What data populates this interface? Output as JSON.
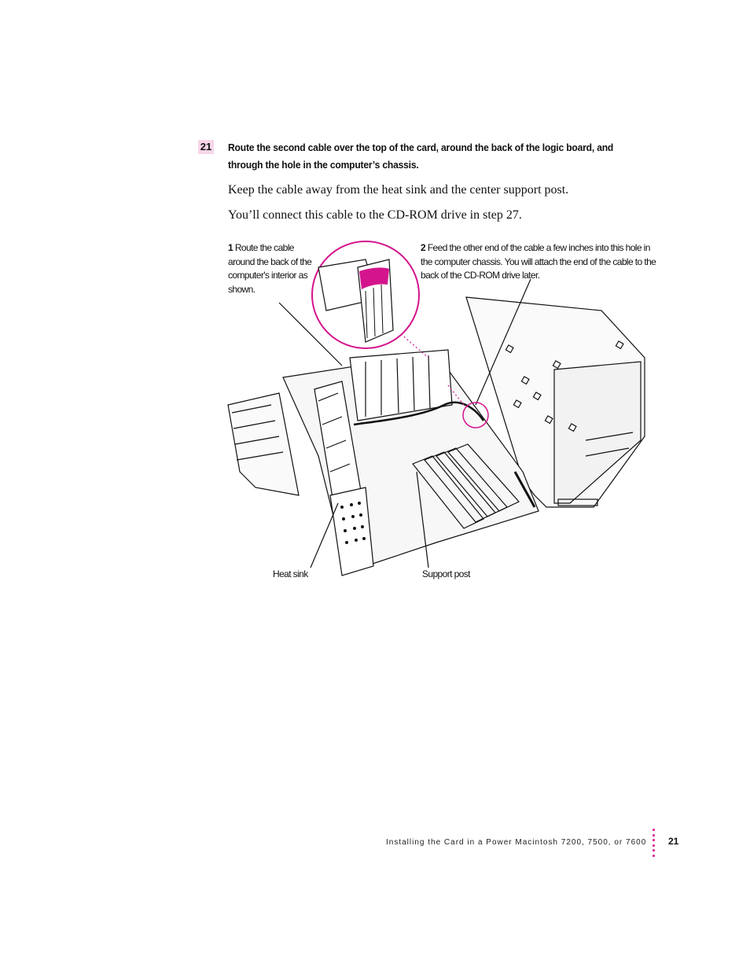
{
  "step": {
    "number": "21",
    "heading": "Route the second cable over the top of the card, around the back of the logic board, and through the hole in the computer’s chassis."
  },
  "paragraphs": [
    "Keep the cable away from the heat sink and the center support post.",
    "You’ll connect this cable to the CD-ROM drive in step 27."
  ],
  "figure": {
    "callout1": {
      "num": "1",
      "text": "Route the cable around the back of the computer's interior as shown."
    },
    "callout2": {
      "num": "2",
      "text": "Feed the other end of the cable a few inches into this hole in the computer chassis. You will attach the end of the cable to the back of the CD-ROM drive later."
    },
    "label_heat_sink": "Heat sink",
    "label_support_post": "Support post",
    "highlight_color": "#d4148c"
  },
  "footer": {
    "running_title": "Installing the Card in a Power Macintosh 7200, 7500, or 7600",
    "page_number": "21"
  }
}
